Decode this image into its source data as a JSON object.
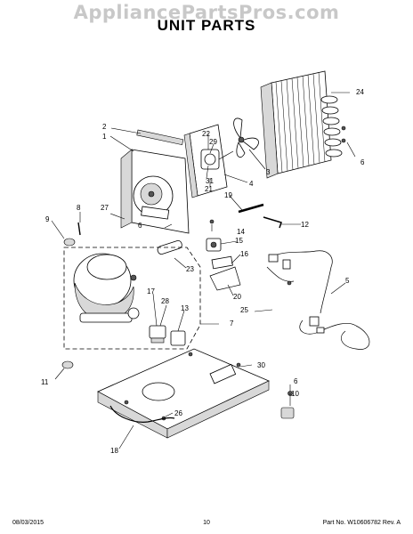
{
  "watermark": "AppliancePartsPros.com",
  "title": "UNIT PARTS",
  "callouts": {
    "c1": "1",
    "c2": "2",
    "c3": "3",
    "c4": "4",
    "c5": "5",
    "c6a": "6",
    "c6b": "6",
    "c6c": "6",
    "c7": "7",
    "c8": "8",
    "c9": "9",
    "c10": "10",
    "c11": "11",
    "c12": "12",
    "c13": "13",
    "c14": "14",
    "c15": "15",
    "c16": "16",
    "c17": "17",
    "c18": "18",
    "c19": "19",
    "c20": "20",
    "c21": "21",
    "c22": "22",
    "c23": "23",
    "c24": "24",
    "c25": "25",
    "c26": "26",
    "c27": "27",
    "c28": "28",
    "c29": "29",
    "c30": "30",
    "c31": "31"
  },
  "footer": {
    "date": "08/03/2015",
    "page": "10",
    "part_no": "Part No. W10606782  Rev. A"
  }
}
